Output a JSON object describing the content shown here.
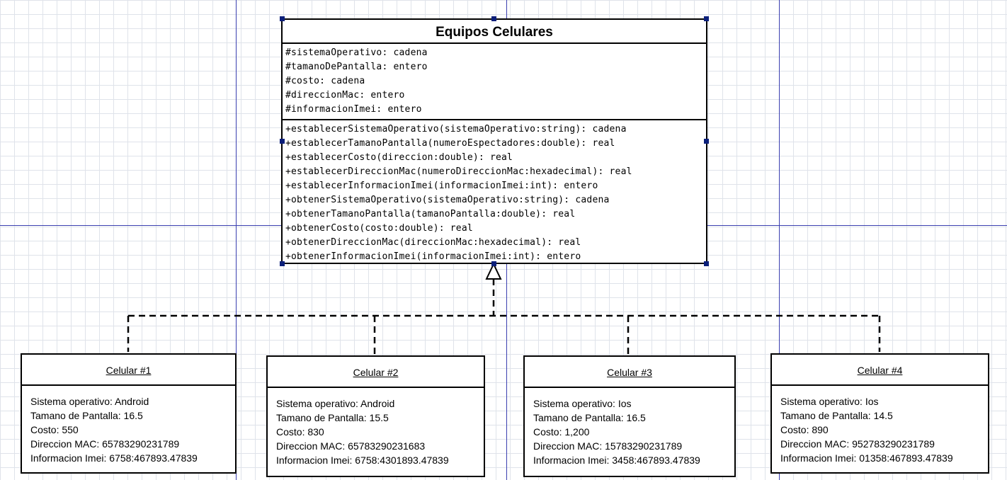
{
  "class_box": {
    "title": "Equipos Celulares",
    "attributes": [
      "#sistemaOperativo: cadena",
      "#tamanoDePantalla: entero",
      "#costo: cadena",
      "#direccionMac: entero",
      "#informacionImei: entero"
    ],
    "operations": [
      "+establecerSistemaOperativo(sistemaOperativo:string): cadena",
      "+establecerTamanoPantalla(numeroEspectadores:double): real",
      "+establecerCosto(direccion:double): real",
      "+establecerDireccionMac(numeroDireccionMac:hexadecimal): real",
      "+establecerInformacionImei(informacionImei:int): entero",
      "+obtenerSistemaOperativo(sistemaOperativo:string): cadena",
      "+obtenerTamanoPantalla(tamanoPantalla:double): real",
      "+obtenerCosto(costo:double): real",
      "+obtenerDireccionMac(direccionMac:hexadecimal): real",
      "+obtenerInformacionImei(informacionImei:int): entero"
    ]
  },
  "objects": [
    {
      "name": "Celular #1",
      "properties": [
        "Sistema operativo: Android",
        "Tamano de Pantalla: 16.5",
        "Costo: 550",
        "Direccion MAC: 65783290231789",
        "Informacion Imei: 6758:467893.47839"
      ]
    },
    {
      "name": "Celular #2",
      "properties": [
        "Sistema operativo: Android",
        "Tamano de Pantalla: 15.5",
        "Costo: 830",
        "Direccion MAC: 65783290231683",
        "Informacion Imei: 6758:4301893.47839"
      ]
    },
    {
      "name": "Celular #3",
      "properties": [
        "Sistema operativo: Ios",
        "Tamano de Pantalla: 16.5",
        "Costo: 1,200",
        "Direccion MAC: 15783290231789",
        "Informacion Imei: 3458:467893.47839"
      ]
    },
    {
      "name": "Celular #4",
      "properties": [
        "Sistema operativo: Ios",
        "Tamano de Pantalla: 14.5",
        "Costo: 890",
        "Direccion MAC: 952783290231789",
        "Informacion Imei: 01358:467893.47839"
      ]
    }
  ],
  "colors": {
    "guide_line": "#3a3fb0",
    "selection_handle": "#0b1f7a",
    "grid": "#dfe3ea"
  }
}
